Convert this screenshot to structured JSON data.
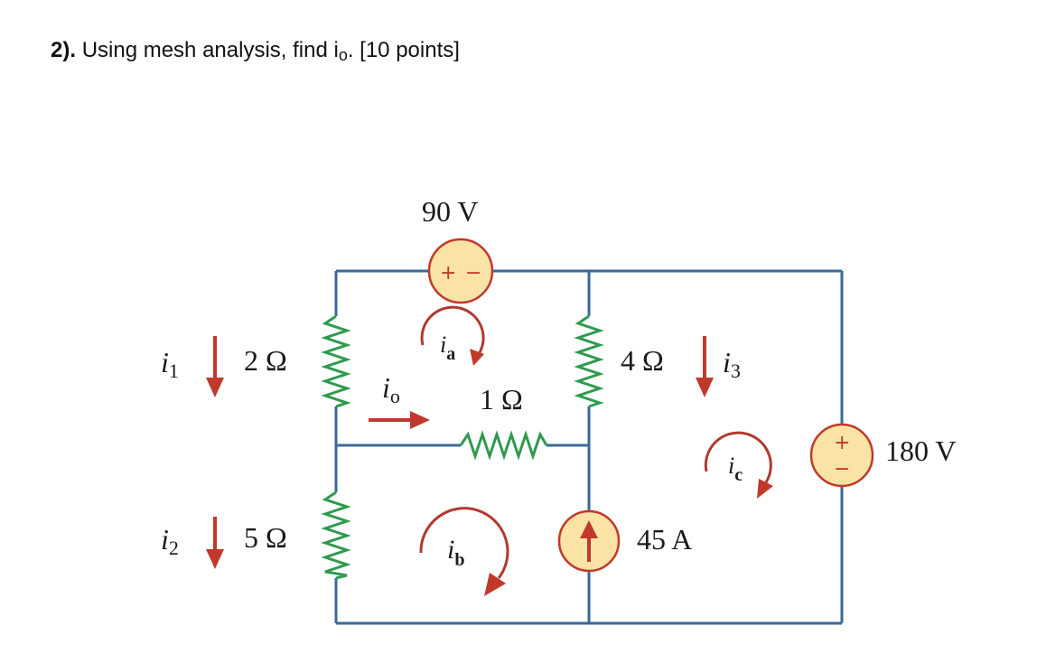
{
  "question": {
    "number": "2).",
    "text": "Using mesh analysis, find i",
    "subscript": "o",
    "suffix": ". [10 points]"
  },
  "circuit": {
    "vsource_top": {
      "label": "90 V",
      "plus": "+",
      "minus": "−"
    },
    "vsource_right": {
      "label": "180 V",
      "plus": "+",
      "minus": "−"
    },
    "isource": {
      "label": "45 A"
    },
    "resistors": {
      "r2": "2 Ω",
      "r5": "5 Ω",
      "r1": "1 Ω",
      "r4": "4 Ω"
    },
    "currents": {
      "i1": {
        "main": "i",
        "sub": "1"
      },
      "i2": {
        "main": "i",
        "sub": "2"
      },
      "i3": {
        "main": "i",
        "sub": "3"
      },
      "io": {
        "main": "i",
        "sub": "o"
      }
    },
    "meshes": {
      "ia": {
        "main": "i",
        "sub": "a"
      },
      "ib": {
        "main": "i",
        "sub": "b"
      },
      "ic": {
        "main": "i",
        "sub": "c"
      }
    }
  }
}
